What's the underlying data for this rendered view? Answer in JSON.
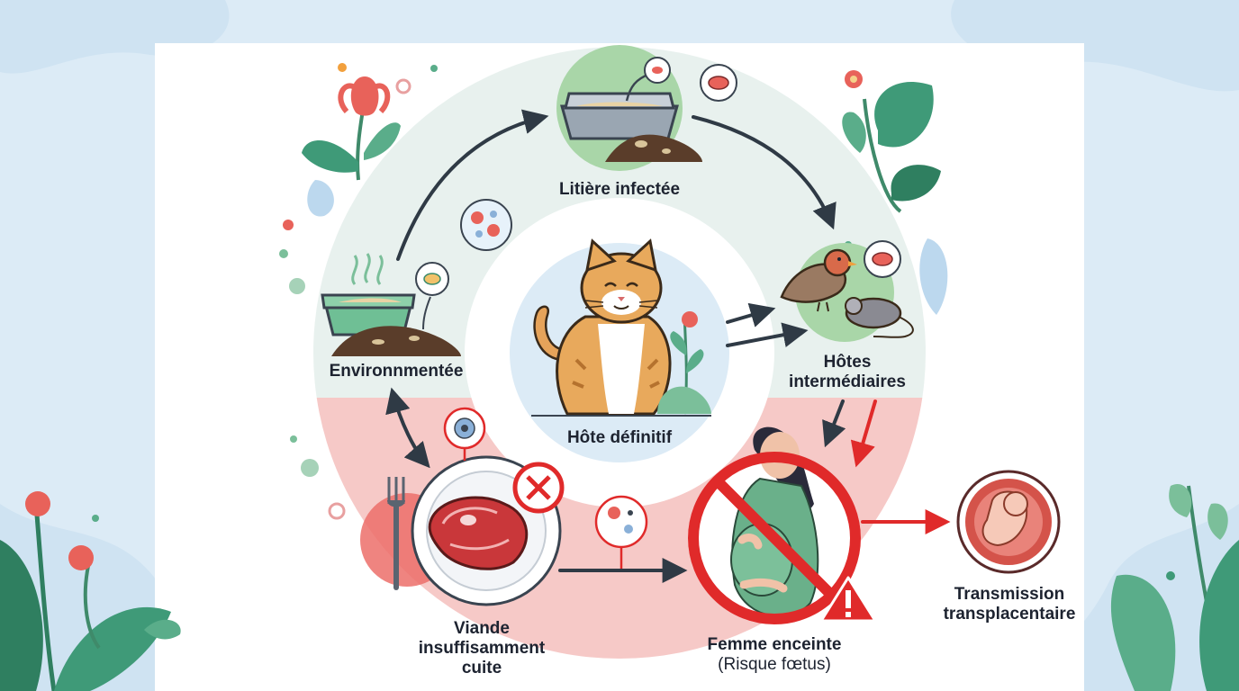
{
  "labels": {
    "litiere": "Litière infectée",
    "environnement": "Environnmentée",
    "hote_definitif": "Hôte définitif",
    "hotes_intermediaires_l1": "Hôtes",
    "hotes_intermediaires_l2": "intermédiaires",
    "viande_l1": "Viande",
    "viande_l2": "insuffisamment",
    "viande_l3": "cuite",
    "femme_l1": "Femme enceinte",
    "femme_l2": "(Risque fœtus)",
    "transmission_l1": "Transmission",
    "transmission_l2": "transplacentaire"
  },
  "colors": {
    "background": "#dcebf6",
    "panel": "#ffffff",
    "top_ring": "#e8f1ee",
    "bottom_ring": "#f6c9c7",
    "arrow_dark": "#2f3a45",
    "arrow_red": "#e02a2a",
    "leaf_green": "#3f9a78",
    "flower_red": "#e8625a"
  },
  "icons": [
    "litter-box-icon",
    "soil-pile-icon",
    "cat-icon",
    "bird-icon",
    "mouse-icon",
    "meat-icon",
    "fork-icon",
    "pregnant-woman-icon",
    "prohibition-icon",
    "warning-icon",
    "fetus-icon",
    "parasite-icon",
    "microscope-cell-icon"
  ]
}
